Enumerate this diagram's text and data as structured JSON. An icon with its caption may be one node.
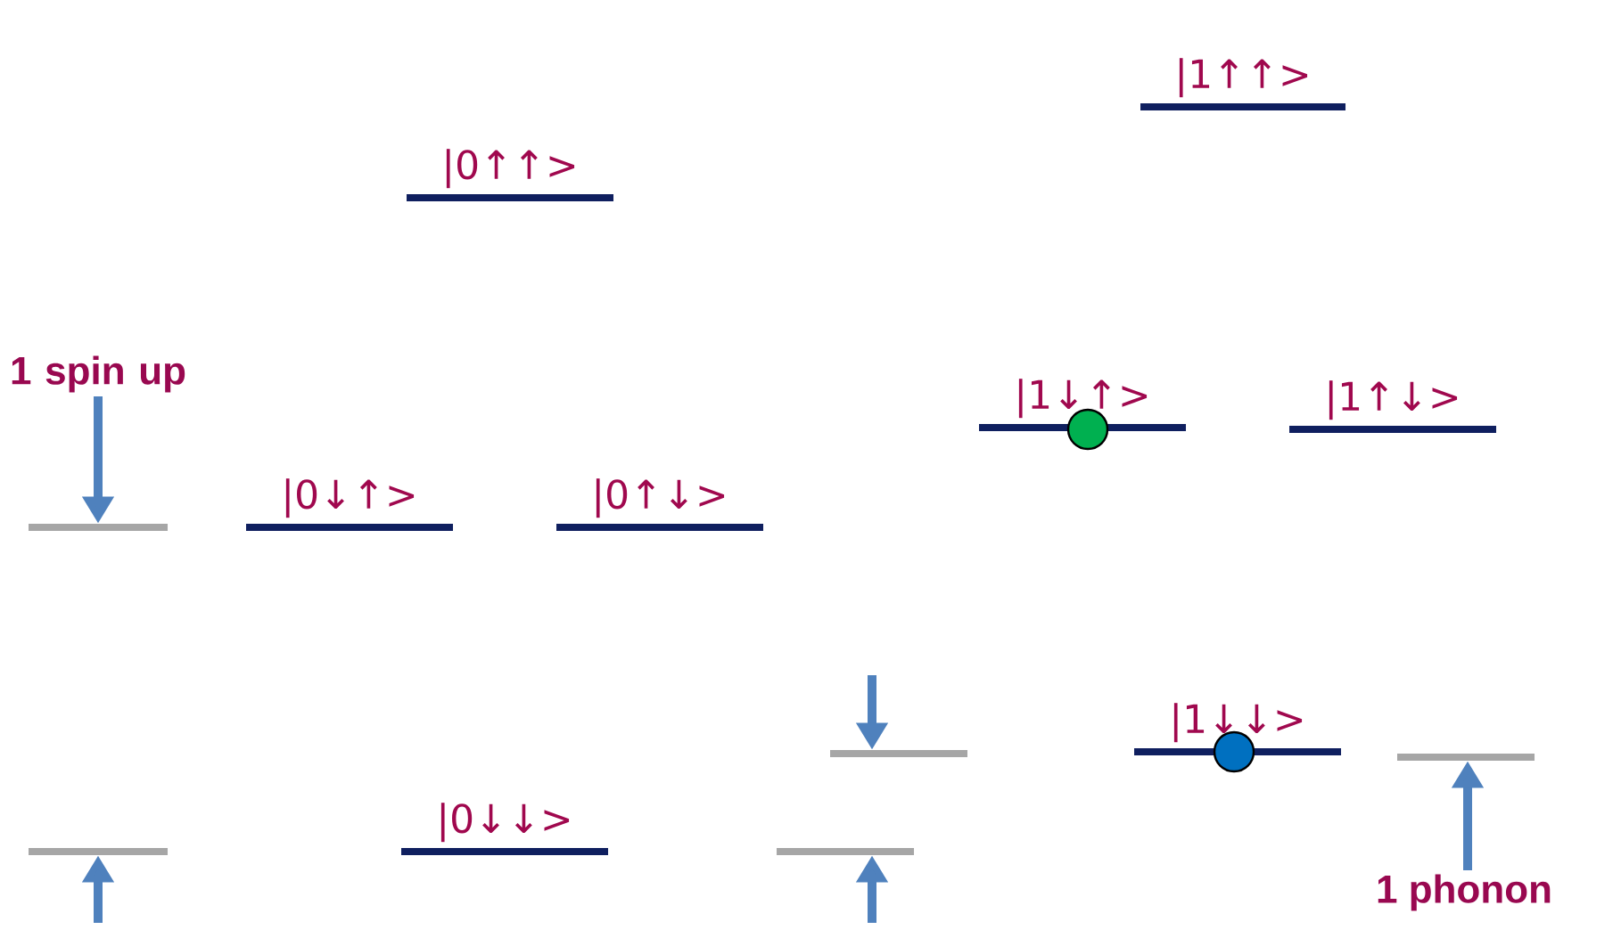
{
  "diagram": {
    "nodes": [
      {
        "text": [
          "|0↑↑>"
        ]
      },
      {
        "text": [
          "|0↓↑>"
        ]
      },
      {
        "text": [
          "|0↑↓>"
        ]
      },
      {
        "text": [
          "|0↓↓>"
        ]
      },
      {
        "text": [
          "|1↑↑>"
        ]
      },
      {
        "text": [
          "|1↓↑>"
        ]
      },
      {
        "text": [
          "|1↑↓>"
        ]
      },
      {
        "text": [
          "|1↓↓>"
        ]
      },
      {
        "text": [],
        "shape": "bar"
      },
      {
        "text": [],
        "shape": "bar"
      },
      {
        "text": [],
        "shape": "bar"
      },
      {
        "text": [],
        "shape": "bar"
      },
      {
        "text": [],
        "shape": "bar"
      },
      {
        "text": [],
        "shape": "circle"
      },
      {
        "text": [],
        "shape": "circle"
      },
      {
        "text": [
          "1 spin up"
        ]
      },
      {
        "text": [
          "1 phonon"
        ]
      }
    ],
    "edges": [
      {
        "from": 15,
        "to": 8,
        "arrow": "to"
      },
      {
        "from": null,
        "to": 9,
        "arrow": "to"
      },
      {
        "from": null,
        "to": 10,
        "arrow": "to"
      },
      {
        "from": null,
        "to": 11,
        "arrow": "to"
      },
      {
        "from": 16,
        "to": 12,
        "arrow": "to"
      }
    ]
  }
}
